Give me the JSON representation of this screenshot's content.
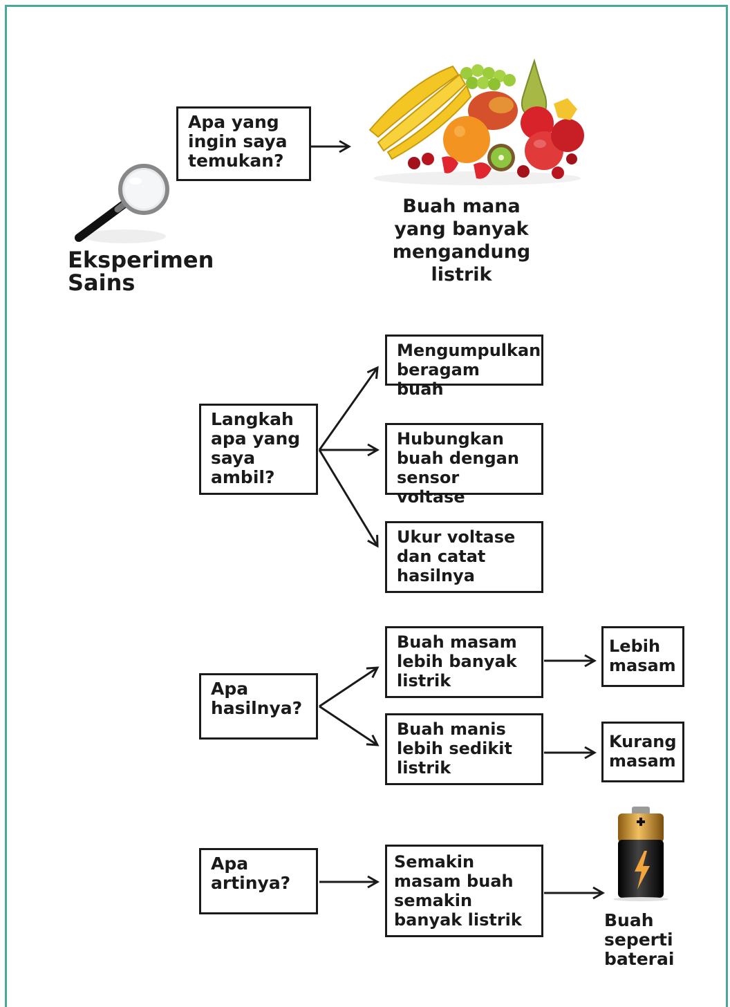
{
  "colors": {
    "frame": "#4aa898",
    "ink": "#1a1a1a"
  },
  "experiment": {
    "title": "Eksperimen\nSains",
    "icon": "magnifying-glass-icon"
  },
  "question_find": {
    "text": "Apa yang\ningin saya\ntemukan?",
    "answer": "Buah mana\nyang banyak\nmengandung\nlistrik",
    "illustration": "fruit-pile-icon"
  },
  "question_steps": {
    "text": "Langkah\napa yang\nsaya\nambil?",
    "steps": [
      "Mengumpulkan\nberagam buah",
      "Hubungkan\nbuah dengan\nsensor voltase",
      "Ukur voltase\ndan catat\nhasilnya"
    ]
  },
  "question_results": {
    "text": "Apa\nhasilnya?",
    "results": [
      {
        "finding": "Buah masam\nlebih banyak\nlistrik",
        "outcome": "Lebih\nmasam"
      },
      {
        "finding": "Buah manis\nlebih sedikit\nlistrik",
        "outcome": "Kurang\nmasam"
      }
    ]
  },
  "question_meaning": {
    "text": "Apa\nartinya?",
    "meaning": "Semakin\nmasam buah\nsemakin\nbanyak listrik",
    "conclusion": "Buah\nseperti\nbaterai",
    "illustration": "battery-icon"
  }
}
